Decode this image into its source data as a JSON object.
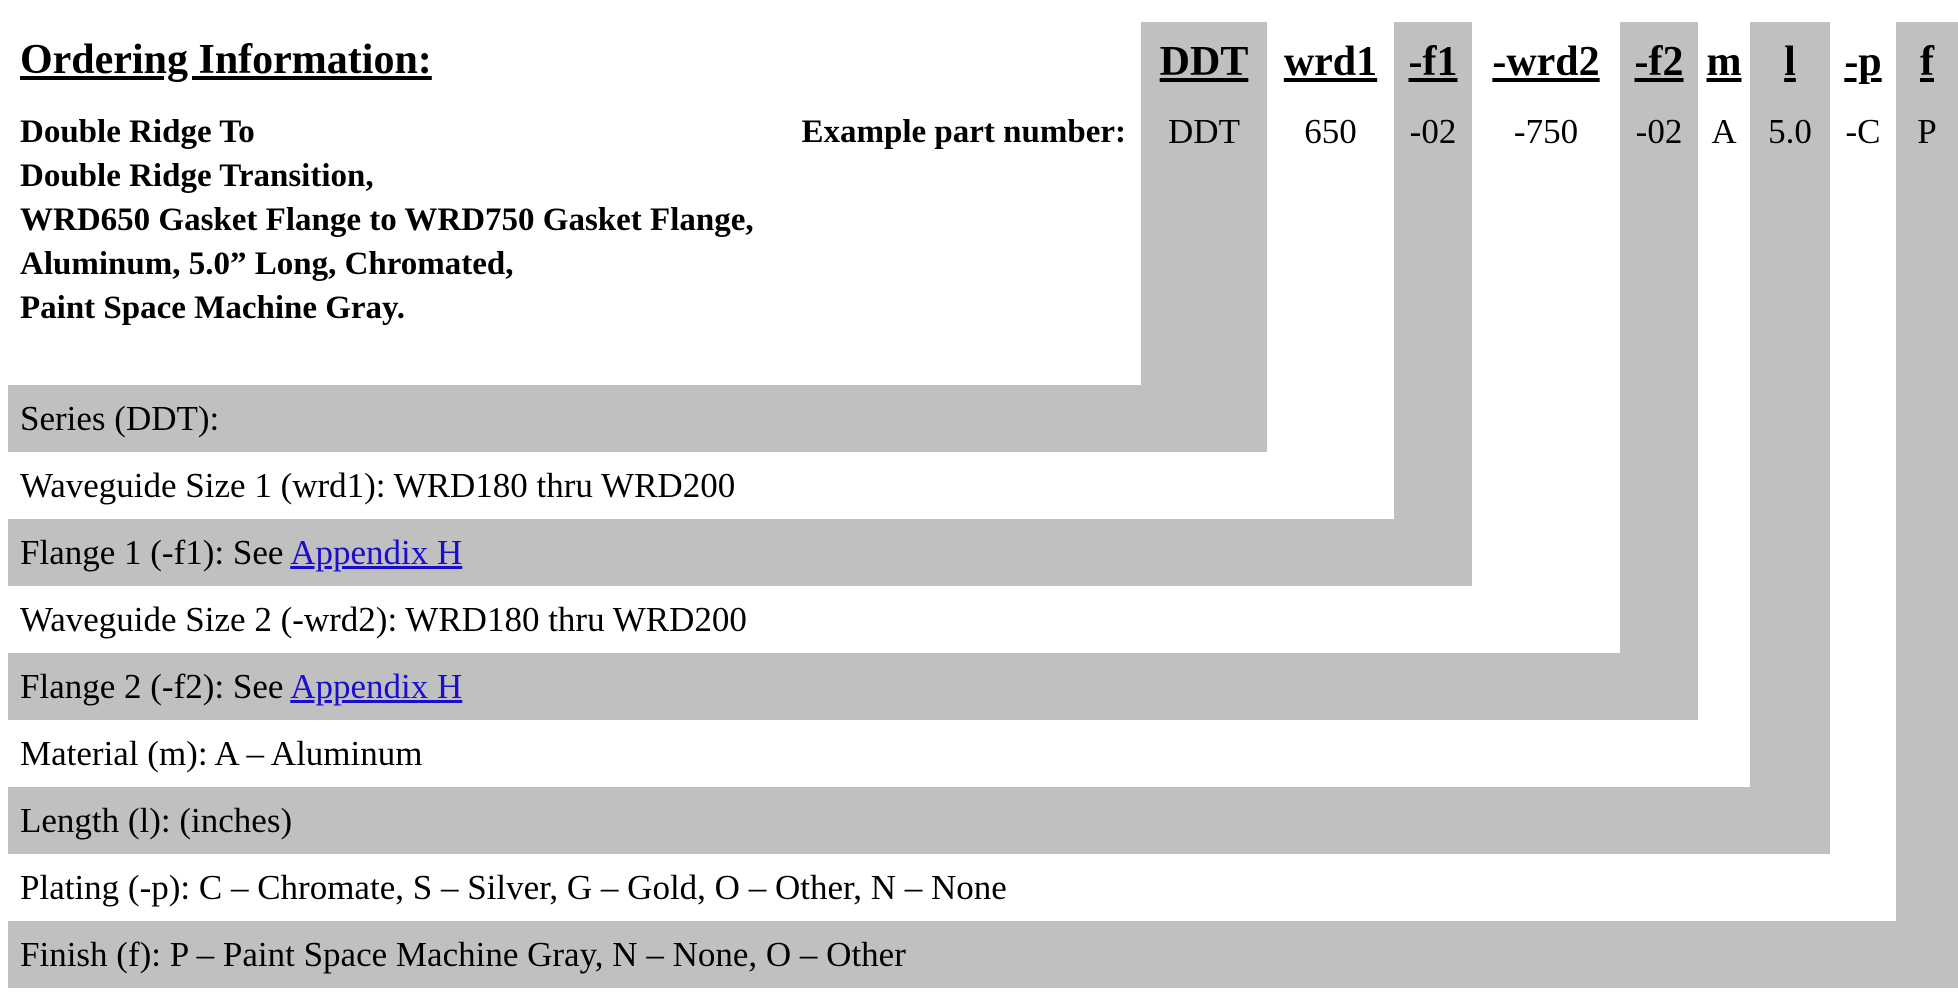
{
  "title": "Ordering Information:",
  "description_lines": [
    "Double Ridge To",
    "Double Ridge Transition,",
    "WRD650 Gasket Flange to WRD750 Gasket Flange,",
    "Aluminum, 5.0” Long, Chromated,",
    "Paint Space Machine Gray."
  ],
  "example_label": "Example part number:",
  "columns": [
    {
      "header": "DDT",
      "value": "DDT"
    },
    {
      "header": "wrd1",
      "value": "650"
    },
    {
      "header": "-f1",
      "value": "-02"
    },
    {
      "header": "-wrd2",
      "value": "-750"
    },
    {
      "header": "-f2",
      "value": "-02"
    },
    {
      "header": "m",
      "value": "A"
    },
    {
      "header": "l",
      "value": "5.0"
    },
    {
      "header": "-p",
      "value": "-C"
    },
    {
      "header": "f",
      "value": "P"
    }
  ],
  "rows": [
    {
      "text": "Series (DDT):"
    },
    {
      "text": "Waveguide Size 1 (wrd1): WRD180 thru WRD200"
    },
    {
      "text": "Flange 1 (-f1): See ",
      "link": "Appendix H"
    },
    {
      "text": "Waveguide Size 2 (-wrd2): WRD180 thru WRD200"
    },
    {
      "text": "Flange 2 (-f2): See ",
      "link": "Appendix H"
    },
    {
      "text": "Material (m): A – Aluminum"
    },
    {
      "text": "Length (l): (inches)"
    },
    {
      "text": "Plating (-p): C – Chromate, S – Silver, G – Gold, O – Other, N – None"
    },
    {
      "text": "Finish (f): P – Paint Space Machine Gray, N – None, O – Other"
    }
  ]
}
